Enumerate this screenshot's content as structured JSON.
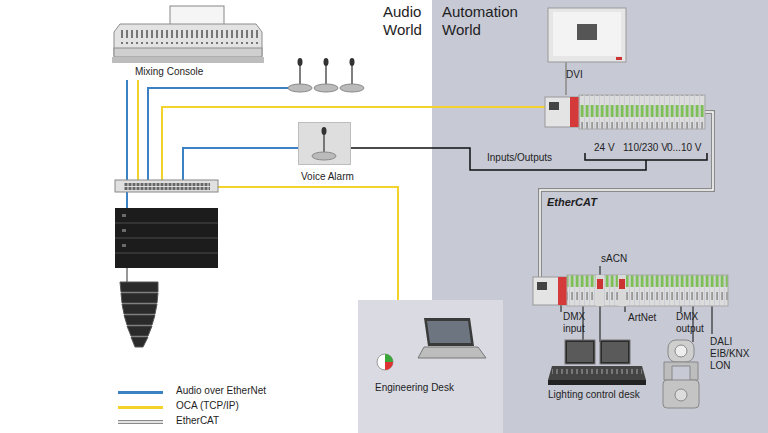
{
  "diagram": {
    "nodes": [
      {
        "text": [
          "Audio World"
        ]
      },
      {
        "text": [
          "Automation World"
        ]
      },
      {
        "text": [
          "Mixing Console"
        ],
        "in": 0
      },
      {
        "text": [
          "Voice Alarm"
        ],
        "in": 0
      },
      {
        "text": [
          "Engineering Desk"
        ]
      },
      {
        "text": [
          "Lighting control desk"
        ],
        "in": 1
      }
    ],
    "labels": [
      "DVI",
      "24 V",
      "110/230 V",
      "0...10 V",
      "Inputs/Outputs",
      "EtherCAT",
      "sACN",
      "DMX input",
      "ArtNet",
      "DMX output",
      "DALI EIB/KNX LON"
    ],
    "legend": [
      {
        "text": "Audio over EtherNet",
        "color": "#3b82c4"
      },
      {
        "text": "OCA (TCP/IP)",
        "color": "#f3d22b"
      },
      {
        "text": "EtherCAT"
      }
    ]
  }
}
